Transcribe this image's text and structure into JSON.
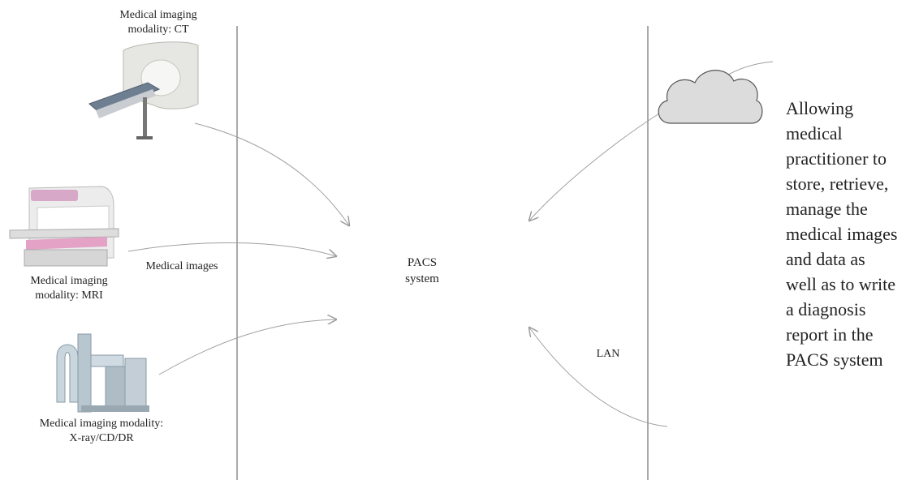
{
  "modalities": {
    "ct_label_1": "Medical imaging",
    "ct_label_2": "modality: CT",
    "mri_label_1": "Medical imaging",
    "mri_label_2": "modality: MRI",
    "xray_label_1": "Medical imaging modality:",
    "xray_label_2": "X-ray/CD/DR"
  },
  "edges": {
    "medical_images": "Medical images",
    "lan": "LAN"
  },
  "center": {
    "line1": "PACS",
    "line2": "system"
  },
  "right": {
    "lines": [
      "Allowing",
      "medical",
      "practitioner to",
      "store, retrieve,",
      "manage the",
      "medical images",
      "and data as",
      "well as to write",
      "a diagnosis",
      "report in the",
      "PACS system"
    ]
  }
}
